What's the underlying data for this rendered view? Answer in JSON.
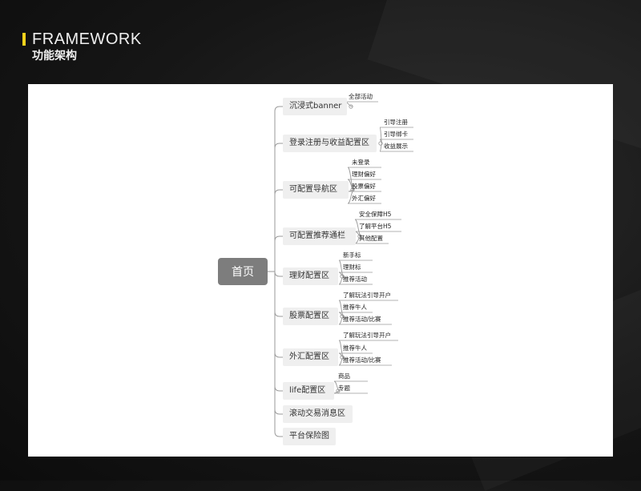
{
  "header": {
    "title": "FRAMEWORK",
    "subtitle": "功能架构"
  },
  "root": "首页",
  "nodes": [
    {
      "label": "沉浸式banner",
      "children": [
        "全部活动"
      ]
    },
    {
      "label": "登录注册与收益配置区",
      "children": [
        "引导注册",
        "引导绑卡",
        "收益展示"
      ]
    },
    {
      "label": "可配置导航区",
      "children": [
        "未登录",
        "理财偏好",
        "股票偏好",
        "外汇偏好"
      ]
    },
    {
      "label": "可配置推荐通栏",
      "children": [
        "安全保障H5",
        "了解平台H5",
        "其他配置"
      ]
    },
    {
      "label": "理财配置区",
      "children": [
        "新手标",
        "理财标",
        "推荐活动"
      ]
    },
    {
      "label": "股票配置区",
      "children": [
        "了解玩法引导开户",
        "推荐牛人",
        "推荐活动/比赛"
      ]
    },
    {
      "label": "外汇配置区",
      "children": [
        "了解玩法引导开户",
        "推荐牛人",
        "推荐活动/比赛"
      ]
    },
    {
      "label": "life配置区",
      "children": [
        "商品",
        "专题"
      ]
    },
    {
      "label": "滚动交易消息区",
      "children": []
    },
    {
      "label": "平台保险图",
      "children": []
    }
  ]
}
